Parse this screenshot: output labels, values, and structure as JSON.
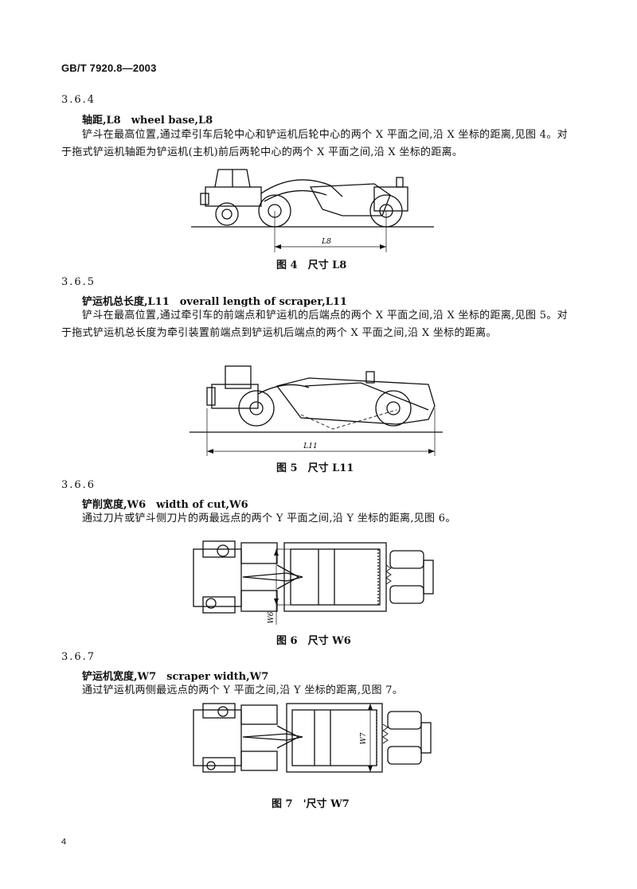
{
  "header": {
    "standard": "GB/T 7920.8—2003"
  },
  "sections": [
    {
      "number": "3.6.4",
      "term": "轴距,L8　wheel base,L8",
      "paragraph": "铲斗在最高位置,通过牵引车后轮中心和铲运机后轮中心的两个 X 平面之间,沿 X 坐标的距离,见图 4。对于拖式铲运机轴距为铲运机(主机)前后两轮中心的两个 X 平面之间,沿 X 坐标的距离。",
      "figure": {
        "dim_label": "L8",
        "caption": "图 4　尺寸 L8"
      }
    },
    {
      "number": "3.6.5",
      "term": "铲运机总长度,L11　overall length of scraper,L11",
      "paragraph": "铲斗在最高位置,通过牵引车的前端点和铲运机的后端点的两个 X 平面之间,沿 X 坐标的距离,见图 5。对于拖式铲运机总长度为牵引装置前端点到铲运机后端点的两个 X 平面之间,沿 X 坐标的距离。",
      "figure": {
        "dim_label": "L11",
        "caption": "图 5　尺寸 L11"
      }
    },
    {
      "number": "3.6.6",
      "term": "铲削宽度,W6　width of cut,W6",
      "paragraph": "通过刀片或铲斗侧刀片的两最远点的两个 Y 平面之间,沿 Y 坐标的距离,见图 6。",
      "figure": {
        "dim_label": "W6",
        "caption": "图 6　尺寸 W6"
      }
    },
    {
      "number": "3.6.7",
      "term": "铲运机宽度,W7　scraper width,W7",
      "paragraph": "通过铲运机两侧最远点的两个 Y 平面之间,沿 Y 坐标的距离,见图 7。",
      "figure": {
        "dim_label": "W7",
        "caption": "图 7　'尺寸 W7"
      }
    }
  ],
  "footer": {
    "page_number": "4"
  }
}
